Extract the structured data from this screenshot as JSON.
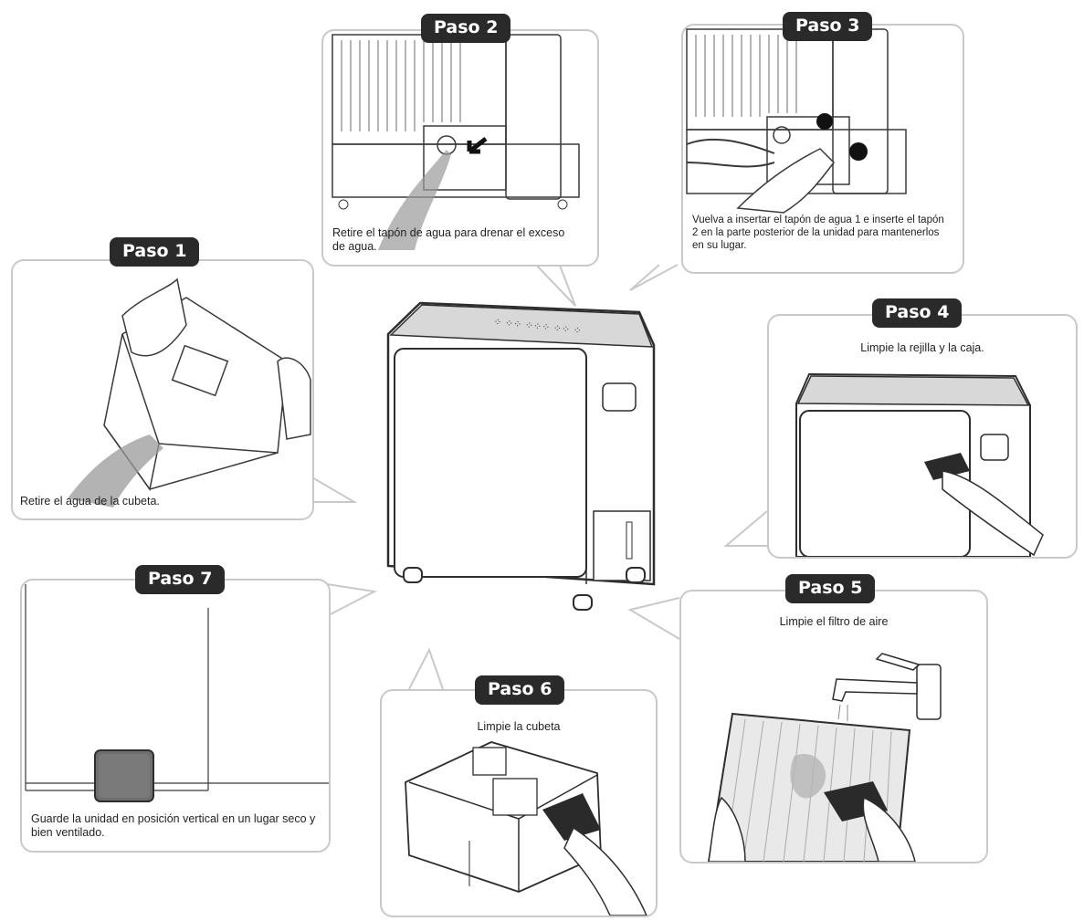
{
  "steps": {
    "paso1": {
      "badge": "Paso 1",
      "caption": "Retire el agua de la cubeta."
    },
    "paso2": {
      "badge": "Paso 2",
      "caption": "Retire el tapón de agua para drenar el exceso de agua."
    },
    "paso3": {
      "badge": "Paso 3",
      "caption": "Vuelva a insertar el tapón de agua 1 e inserte el tapón 2 en la parte posterior de la unidad para mantenerlos en su lugar."
    },
    "paso4": {
      "badge": "Paso 4",
      "caption": "Limpie la rejilla y la caja."
    },
    "paso5": {
      "badge": "Paso 5",
      "caption": "Limpie el filtro de aire"
    },
    "paso6": {
      "badge": "Paso 6",
      "caption": "Limpie la cubeta"
    },
    "paso7": {
      "badge": "Paso 7",
      "caption": "Guarde la unidad en posición vertical en un lugar seco y bien ventilado."
    }
  },
  "colors": {
    "badge": "#2a2a2a",
    "panel_border": "#c9c9c9",
    "line_art": "#3a3a3a",
    "shadow_gray": "#9a9a9a"
  },
  "icons": [
    "dehumidifier-illustration",
    "hand-illustration",
    "faucet-icon",
    "water-bucket-illustration",
    "air-filter-illustration"
  ]
}
